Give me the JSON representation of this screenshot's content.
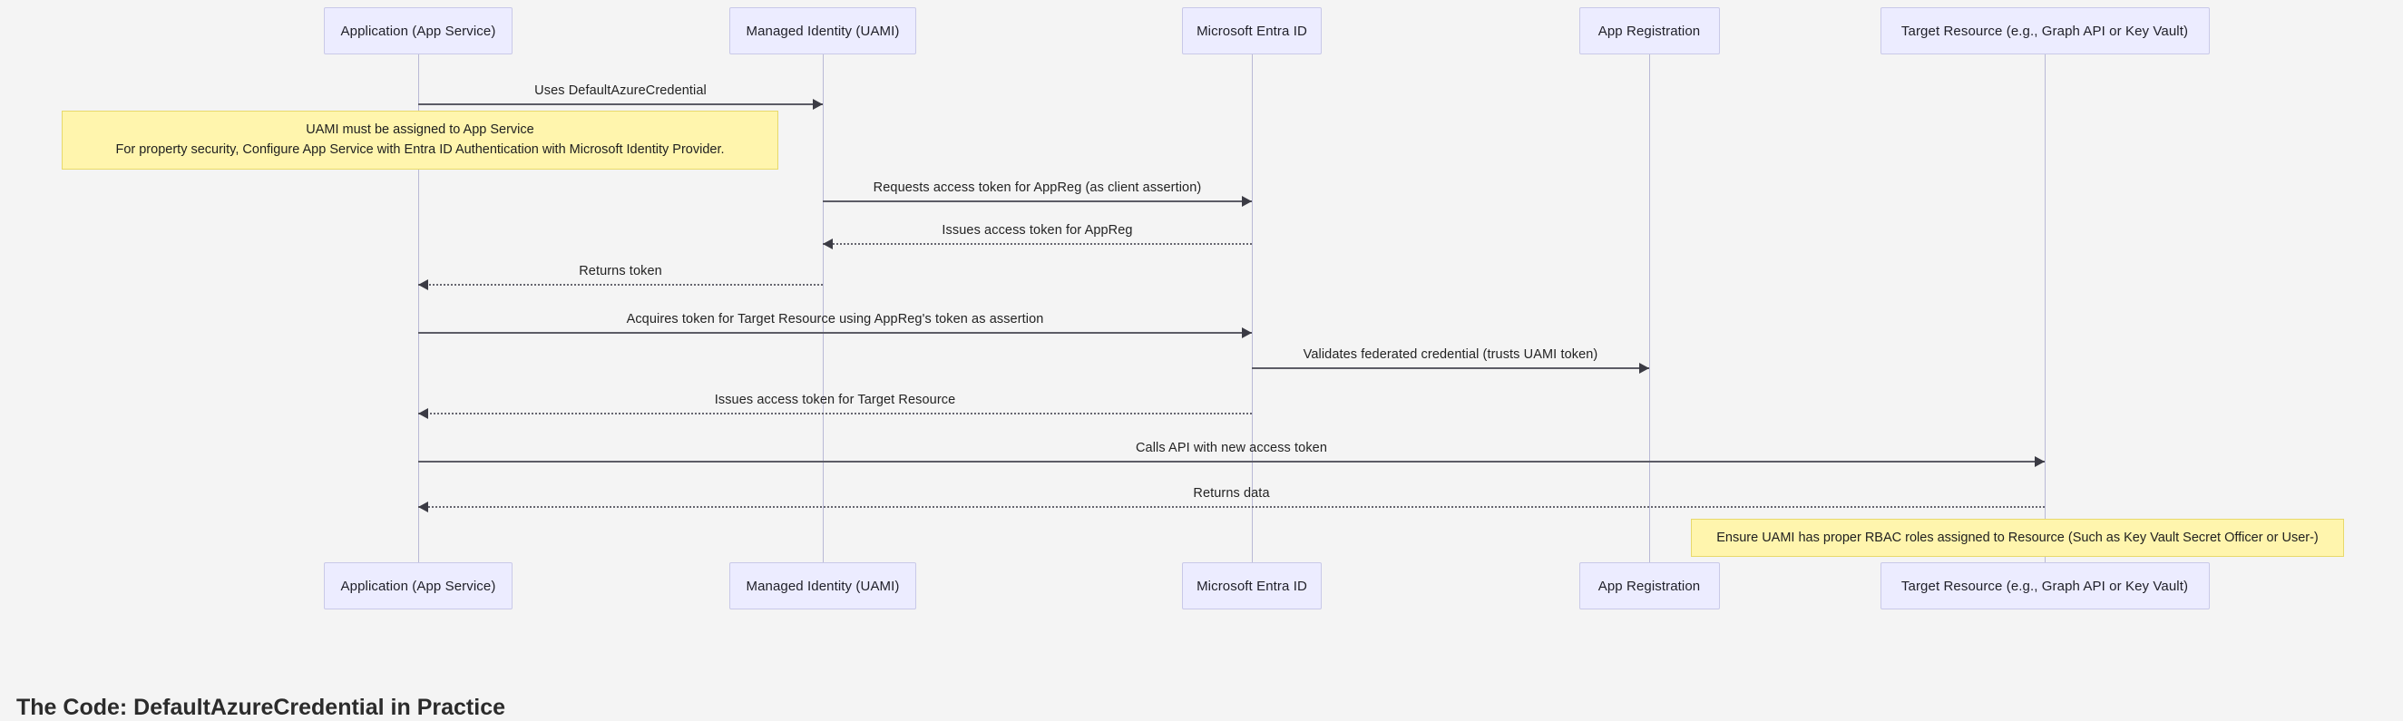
{
  "diagram": {
    "type": "sequence-diagram",
    "background_color": "#f4f4f4",
    "participant_fill": "#ECECFF",
    "participant_stroke": "#C9C9E8",
    "note_fill": "#FFF5AD",
    "note_stroke": "#E8D96B",
    "lifeline_color": "#b9b9d6",
    "arrow_color": "#3b3b44"
  },
  "participants": [
    {
      "id": "app",
      "label": "Application (App Service)"
    },
    {
      "id": "uami",
      "label": "Managed Identity (UAMI)"
    },
    {
      "id": "entra",
      "label": "Microsoft Entra ID"
    },
    {
      "id": "appreg",
      "label": "App Registration"
    },
    {
      "id": "target",
      "label": "Target Resource (e.g., Graph API or Key Vault)"
    }
  ],
  "participants_footer": [
    {
      "id": "app",
      "label": "Application (App Service)"
    },
    {
      "id": "uami",
      "label": "Managed Identity (UAMI)"
    },
    {
      "id": "entra",
      "label": "Microsoft Entra ID"
    },
    {
      "id": "appreg",
      "label": "App Registration"
    },
    {
      "id": "target",
      "label": "Target Resource (e.g., Graph API or Key Vault)"
    }
  ],
  "messages": [
    {
      "index": 0,
      "from": "app",
      "to": "uami",
      "label": "Uses DefaultAzureCredential",
      "style": "solid",
      "direction": "right"
    },
    {
      "index": 1,
      "from": "uami",
      "to": "entra",
      "label": "Requests access token for AppReg (as client assertion)",
      "style": "solid",
      "direction": "right"
    },
    {
      "index": 2,
      "from": "entra",
      "to": "uami",
      "label": "Issues access token for AppReg",
      "style": "dotted",
      "direction": "left"
    },
    {
      "index": 3,
      "from": "uami",
      "to": "app",
      "label": "Returns token",
      "style": "dotted",
      "direction": "left"
    },
    {
      "index": 4,
      "from": "app",
      "to": "entra",
      "label": "Acquires token for Target Resource using AppReg's token as assertion",
      "style": "solid",
      "direction": "right"
    },
    {
      "index": 5,
      "from": "entra",
      "to": "appreg",
      "label": "Validates federated credential (trusts UAMI token)",
      "style": "solid",
      "direction": "right"
    },
    {
      "index": 6,
      "from": "entra",
      "to": "app",
      "label": "Issues access token for Target Resource",
      "style": "dotted",
      "direction": "left"
    },
    {
      "index": 7,
      "from": "app",
      "to": "target",
      "label": "Calls API with new access token",
      "style": "solid",
      "direction": "right"
    },
    {
      "index": 8,
      "from": "target",
      "to": "app",
      "label": "Returns data",
      "style": "dotted",
      "direction": "left"
    }
  ],
  "notes": [
    {
      "id": "note-uami-assignment",
      "lines": [
        "UAMI must be assigned to App Service",
        "For property security, Configure App Service with Entra ID Authentication with Microsoft Identity Provider."
      ]
    },
    {
      "id": "note-rbac-roles",
      "lines": [
        "Ensure UAMI has proper RBAC roles assigned to Resource (Such as Key Vault Secret Officer or User-)"
      ]
    }
  ],
  "page": {
    "heading": "The Code: DefaultAzureCredential in Practice"
  }
}
